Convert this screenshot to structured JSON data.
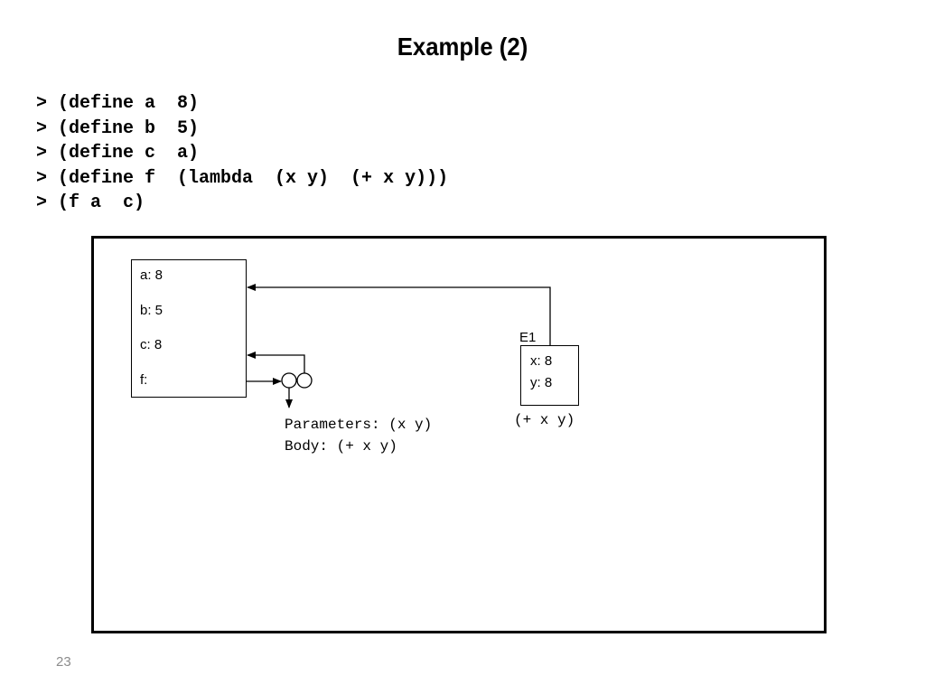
{
  "slide": {
    "title": "Example (2)",
    "page_number": "23"
  },
  "code_lines": [
    "> (define a  8)",
    "> (define b  5)",
    "> (define c  a)",
    "> (define f  (lambda  (x y)  (+ x y)))",
    "> (f a  c)"
  ],
  "diagram": {
    "global_env": {
      "bindings": [
        "a: 8",
        "b: 5",
        "c: 8",
        "f:"
      ]
    },
    "frame_e1": {
      "name": "E1",
      "bindings": [
        "x: 8",
        "y: 8"
      ],
      "body_expression": "(+ x y)"
    },
    "procedure": {
      "parameters_line": "Parameters: (x y)",
      "body_line": "Body: (+ x y)"
    }
  }
}
